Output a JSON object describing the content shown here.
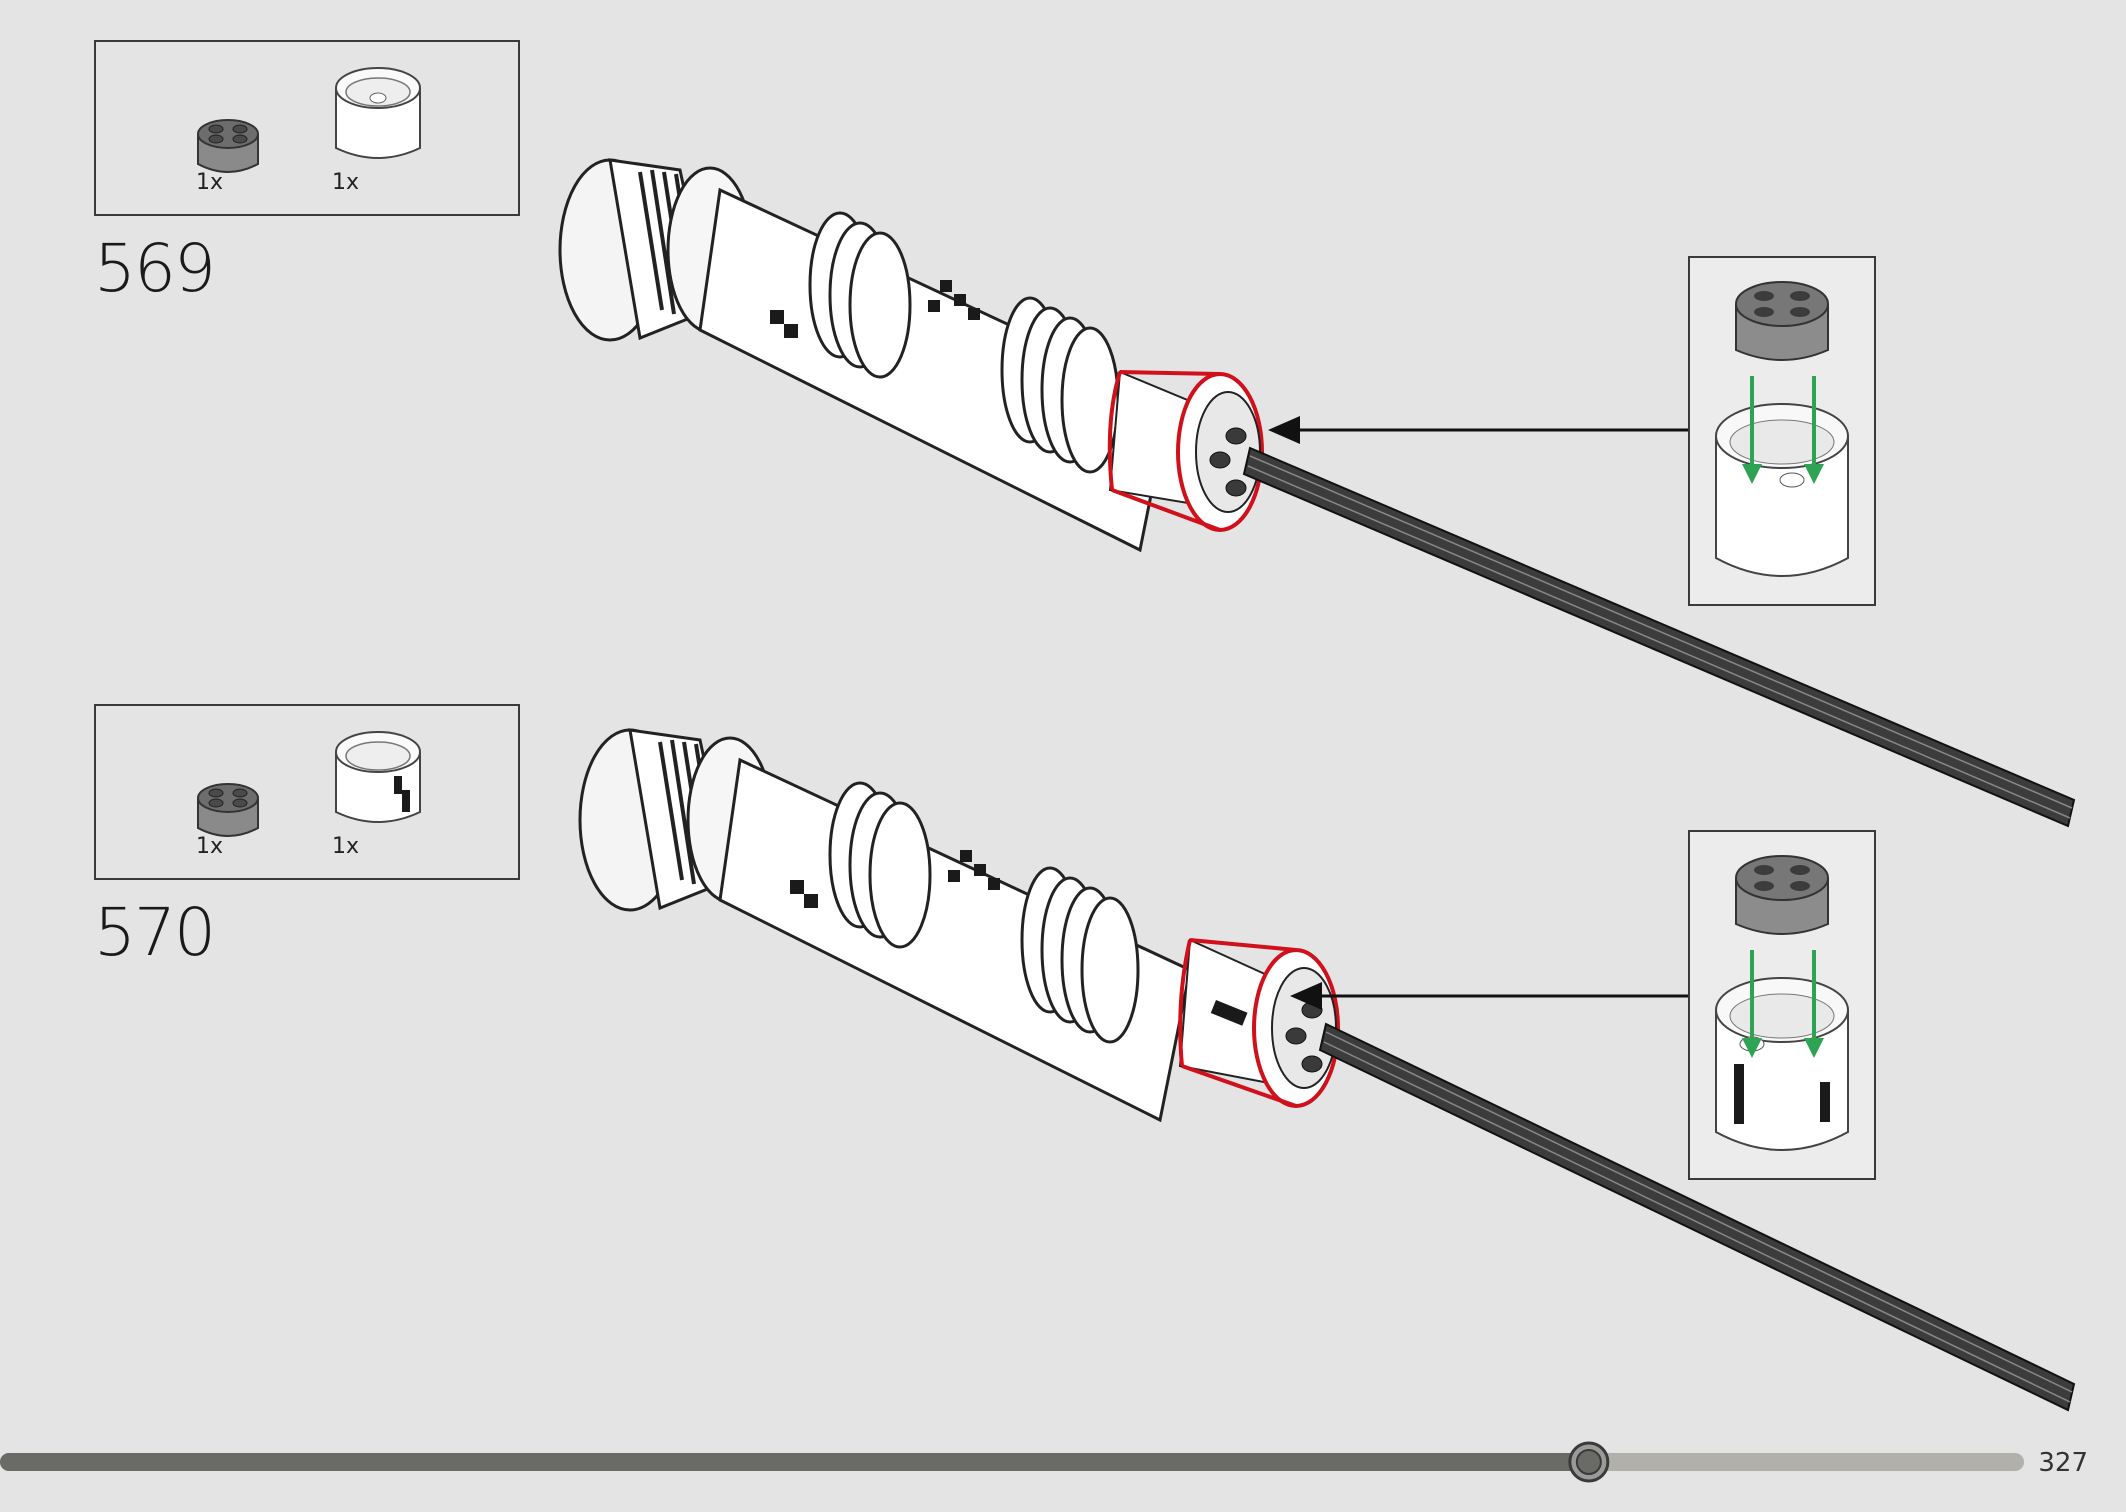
{
  "steps": [
    {
      "number": "569",
      "parts": [
        {
          "qty": "1x",
          "icon": "round-brick-2x2-dark-gray"
        },
        {
          "qty": "1x",
          "icon": "round-brick-2x2-white"
        }
      ],
      "callout_icon": "assembly-callout"
    },
    {
      "number": "570",
      "parts": [
        {
          "qty": "1x",
          "icon": "round-brick-2x2-dark-gray"
        },
        {
          "qty": "1x",
          "icon": "round-brick-2x2-white-printed"
        }
      ],
      "callout_icon": "assembly-callout"
    }
  ],
  "page": {
    "number": "327",
    "progress": 0.785
  },
  "colors": {
    "background": "#e4e4e4",
    "highlight": "#d0111b",
    "arrow_green": "#2ea354",
    "progress_fill": "#6a6a66",
    "progress_track": "#b2b0ab"
  }
}
